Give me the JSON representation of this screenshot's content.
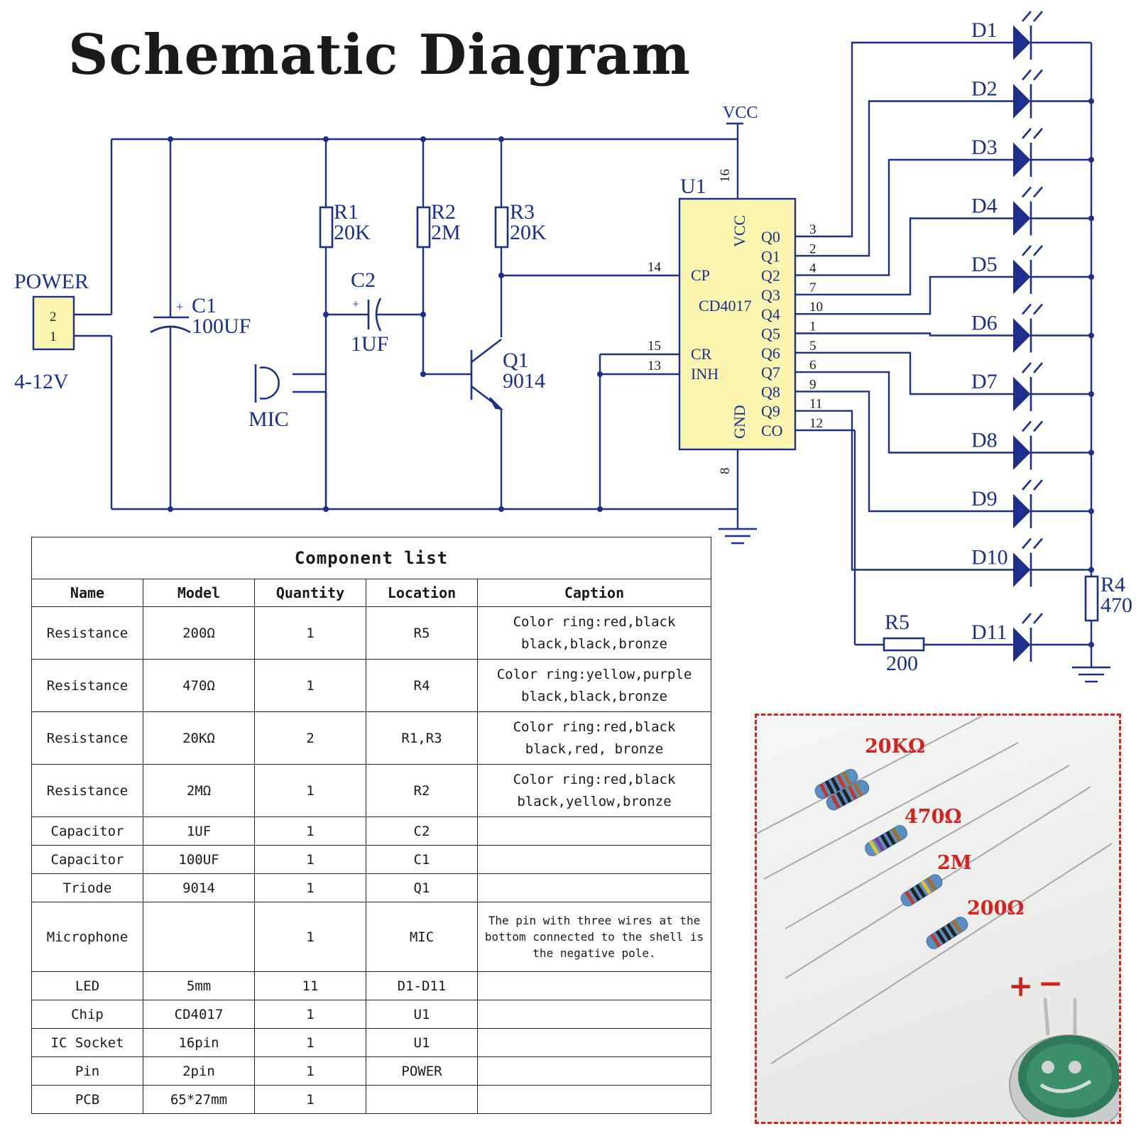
{
  "title": "Schematic Diagram",
  "schematic": {
    "power": {
      "label": "POWER",
      "pins": [
        "2",
        "1"
      ],
      "voltage": "4-12V"
    },
    "vcc": "VCC",
    "chip": {
      "ref": "U1",
      "model": "CD4017",
      "left_pins": [
        {
          "name": "CP",
          "num": "14"
        },
        {
          "name": "CR",
          "num": "15"
        },
        {
          "name": "INH",
          "num": "13"
        }
      ],
      "top_pin": {
        "name": "VCC",
        "num": "16"
      },
      "bottom_pin": {
        "name": "GND",
        "num": "8"
      },
      "right_pins": [
        {
          "name": "Q0",
          "num": "3"
        },
        {
          "name": "Q1",
          "num": "2"
        },
        {
          "name": "Q2",
          "num": "4"
        },
        {
          "name": "Q3",
          "num": "7"
        },
        {
          "name": "Q4",
          "num": "10"
        },
        {
          "name": "Q5",
          "num": "1"
        },
        {
          "name": "Q6",
          "num": "5"
        },
        {
          "name": "Q7",
          "num": "6"
        },
        {
          "name": "Q8",
          "num": "9"
        },
        {
          "name": "Q9",
          "num": "11"
        },
        {
          "name": "CO",
          "num": "12"
        }
      ]
    },
    "parts": {
      "c1": {
        "ref": "C1",
        "value": "100UF"
      },
      "c2": {
        "ref": "C2",
        "value": "1UF"
      },
      "r1": {
        "ref": "R1",
        "value": "20K"
      },
      "r2": {
        "ref": "R2",
        "value": "2M"
      },
      "r3": {
        "ref": "R3",
        "value": "20K"
      },
      "r4": {
        "ref": "R4",
        "value": "470"
      },
      "r5": {
        "ref": "R5",
        "value": "200"
      },
      "q1": {
        "ref": "Q1",
        "value": "9014"
      },
      "mic": {
        "ref": "MIC"
      }
    },
    "leds": [
      "D1",
      "D2",
      "D3",
      "D4",
      "D5",
      "D6",
      "D7",
      "D8",
      "D9",
      "D10",
      "D11"
    ]
  },
  "table": {
    "title": "Component list",
    "headers": [
      "Name",
      "Model",
      "Quantity",
      "Location",
      "Caption"
    ],
    "rows": [
      [
        "Resistance",
        "200Ω",
        "1",
        "R5",
        "Color ring:red,black\nblack,black,bronze"
      ],
      [
        "Resistance",
        "470Ω",
        "1",
        "R4",
        "Color ring:yellow,purple\nblack,black,bronze"
      ],
      [
        "Resistance",
        "20KΩ",
        "2",
        "R1,R3",
        "Color ring:red,black\nblack,red, bronze"
      ],
      [
        "Resistance",
        "2MΩ",
        "1",
        "R2",
        "Color ring:red,black\nblack,yellow,bronze"
      ],
      [
        "Capacitor",
        "1UF",
        "1",
        "C2",
        ""
      ],
      [
        "Capacitor",
        "100UF",
        "1",
        "C1",
        ""
      ],
      [
        "Triode",
        "9014",
        "1",
        "Q1",
        ""
      ],
      [
        "Microphone",
        "",
        "1",
        "MIC",
        "The pin with three wires at the bottom connected to the shell is the negative pole."
      ],
      [
        "LED",
        "5mm",
        "11",
        "D1-D11",
        ""
      ],
      [
        "Chip",
        "CD4017",
        "1",
        "U1",
        ""
      ],
      [
        "IC Socket",
        "16pin",
        "1",
        "U1",
        ""
      ],
      [
        "Pin",
        "2pin",
        "1",
        "POWER",
        ""
      ],
      [
        "PCB",
        "65*27mm",
        "1",
        "",
        ""
      ]
    ]
  },
  "photo": {
    "labels": [
      "20KΩ",
      "470Ω",
      "2M",
      "200Ω"
    ],
    "mic_plus": "+",
    "mic_minus": "−",
    "colors": {
      "wire": "#1c2f8a",
      "chip_fill": "#fbf5b0",
      "accent_red": "#d2231e"
    }
  }
}
